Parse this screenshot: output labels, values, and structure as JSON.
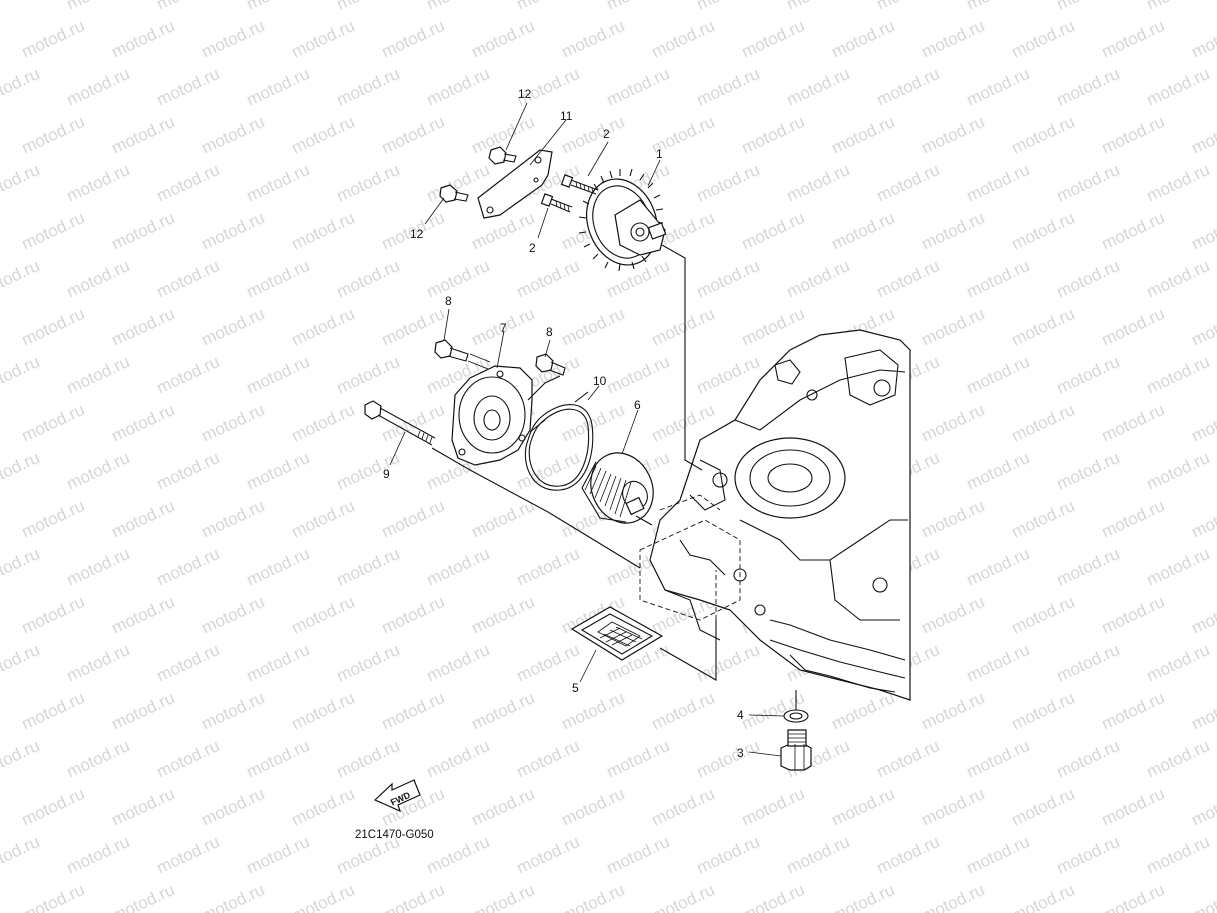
{
  "watermark": {
    "text": "motod.ru",
    "color": "#d6d6d6"
  },
  "callouts": {
    "c1": "1",
    "c2a": "2",
    "c2b": "2",
    "c3": "3",
    "c4": "4",
    "c5": "5",
    "c6": "6",
    "c7": "7",
    "c8a": "8",
    "c8b": "8",
    "c9": "9",
    "c10": "10",
    "c11": "11",
    "c12a": "12",
    "c12b": "12"
  },
  "fwd_label": "FWD",
  "diagram_code": "21C1470-G050"
}
